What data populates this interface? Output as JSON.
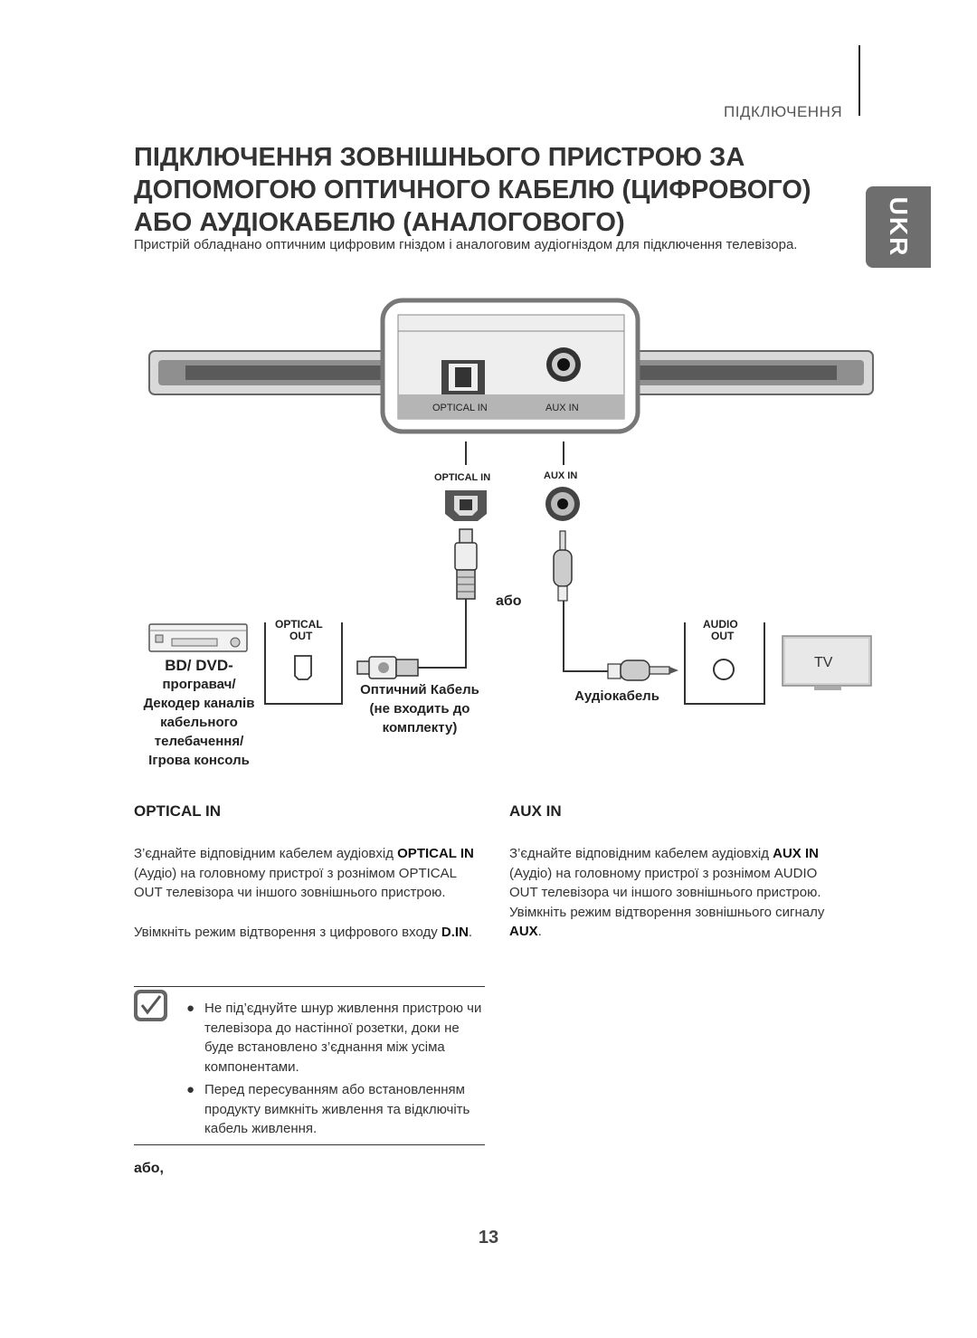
{
  "header": {
    "section": "ПІДКЛЮЧЕННЯ",
    "lang_tab": "UKR"
  },
  "title": "ПІДКЛЮЧЕННЯ ЗОВНІШНЬОГО ПРИСТРОЮ ЗА ДОПОМОГОЮ ОПТИЧНОГО КАБЕЛЮ (ЦИФРОВОГО) АБО АУДІОКАБЕЛЮ (АНАЛОГОВОГО)",
  "intro": "Пристрій обладнано оптичним цифровим гніздом і аналоговим аудіогніздом для підключення телевізора.",
  "diagram": {
    "panel_optical_in": "OPTICAL IN",
    "panel_aux_in": "AUX IN",
    "port_optical_in": "OPTICAL IN",
    "port_aux_in": "AUX IN",
    "or_label": "або",
    "optical_out_line1": "OPTICAL",
    "optical_out_line2": "OUT",
    "audio_out_line1": "AUDIO",
    "audio_out_line2": "OUT",
    "tv_label": "TV",
    "device_line1": "BD/ DVD-",
    "device_line2": "програвач/",
    "device_line3": "Декодер каналів",
    "device_line4": "кабельного",
    "device_line5": "телебачення/",
    "device_line6": "Ігрова консоль",
    "optical_cable_line1": "Оптичний Кабель",
    "optical_cable_line2": "(не входить до",
    "optical_cable_line3": "комплекту)",
    "audio_cable": "Аудіокабель"
  },
  "optical_section": {
    "title": "OPTICAL IN",
    "p1_a": "З’єднайте відповідним кабелем аудіовхід ",
    "p1_b": "OPTICAL IN",
    "p1_c": " (Аудіо) на головному пристрої з рознімом OPTICAL OUT телевізора чи іншого зовнішнього пристрою.",
    "p2_a": "Увімкніть режим відтворення з цифрового входу ",
    "p2_b": "D.IN",
    "p2_c": "."
  },
  "aux_section": {
    "title": "AUX IN",
    "p1_a": "З’єднайте відповідним кабелем аудіовхід ",
    "p1_b": "AUX IN",
    "p1_c": " (Аудіо) на головному пристрої з рознімом AUDIO OUT телевізора чи іншого зовнішнього пристрою. Увімкніть режим відтворення зовнішнього сигналу ",
    "p1_d": "AUX",
    "p1_e": "."
  },
  "note": {
    "bullet": "●",
    "items": [
      "Не під’єднуйте шнур живлення пристрою чи телевізора до настінної розетки, доки не буде встановлено з’єднання між усіма компонентами.",
      "Перед пересуванням або встановленням продукту вимкніть живлення та відключіть кабель живлення."
    ]
  },
  "footer_or": "або,",
  "page_number": "13"
}
